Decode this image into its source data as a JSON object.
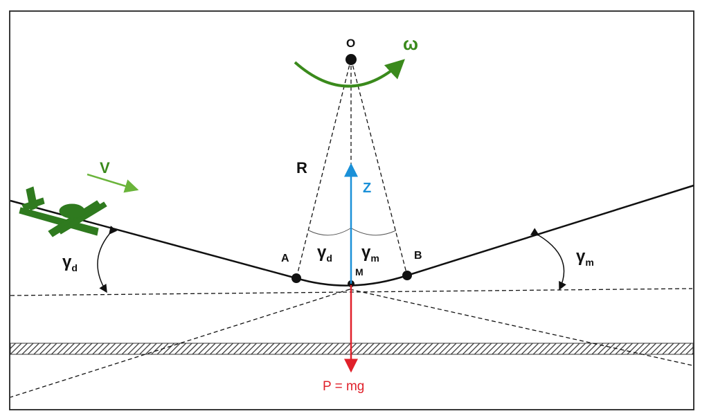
{
  "labels": {
    "center": "O",
    "omega": "ω",
    "radius": "R",
    "velocity": "V",
    "z_axis": "Z",
    "point_a": "A",
    "point_b": "B",
    "point_m": "M",
    "weight": "P = mg",
    "gamma_symbol": "γ",
    "sub_d": "d",
    "sub_m": "m"
  },
  "colors": {
    "omega_green": "#3a8a1c",
    "velocity_green": "#6ab43a",
    "aircraft_green": "#2f7a1f",
    "z_blue": "#1a90d8",
    "weight_red": "#e0202a",
    "ink": "#111111"
  },
  "icons": {
    "aircraft": "aircraft-icon"
  }
}
